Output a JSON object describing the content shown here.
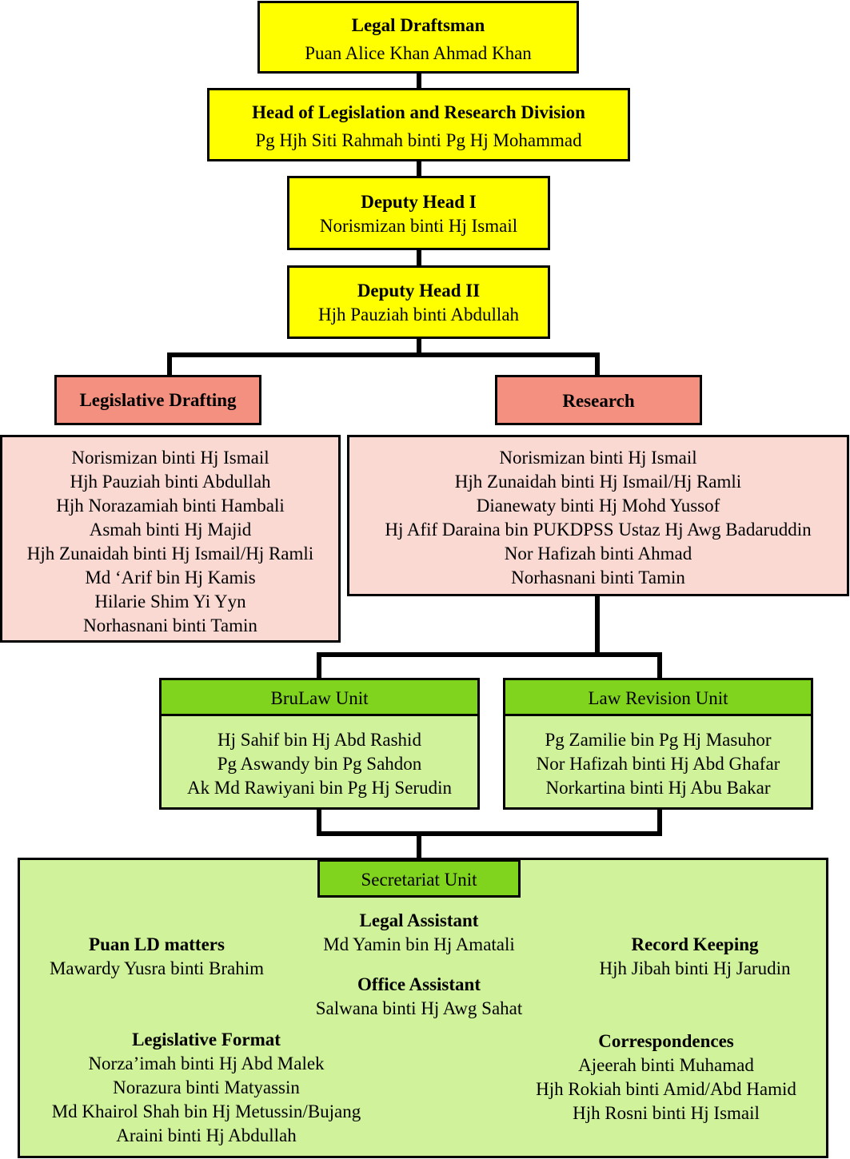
{
  "legal_draftsman": {
    "title": "Legal Draftsman",
    "name": "Puan Alice Khan Ahmad Khan"
  },
  "head_division": {
    "title": "Head of Legislation and Research Division",
    "name": "Pg Hjh Siti Rahmah binti Pg Hj Mohammad"
  },
  "deputy_head_1": {
    "title": "Deputy Head I",
    "name": "Norismizan binti Hj Ismail"
  },
  "deputy_head_2": {
    "title": "Deputy Head II",
    "name": "Hjh Pauziah binti Abdullah"
  },
  "legislative_drafting": {
    "title": "Legislative Drafting",
    "members": [
      "Norismizan binti Hj Ismail",
      "Hjh Pauziah binti Abdullah",
      "Hjh Norazamiah binti Hambali",
      "Asmah binti Hj Majid",
      "Hjh Zunaidah binti Hj Ismail/Hj Ramli",
      "Md ‘Arif bin Hj Kamis",
      "Hilarie Shim Yi Yyn",
      "Norhasnani binti Tamin"
    ]
  },
  "research": {
    "title": "Research",
    "members": [
      "Norismizan binti Hj Ismail",
      "Hjh Zunaidah binti Hj Ismail/Hj Ramli",
      "Dianewaty binti Hj Mohd Yussof",
      "Hj Afif Daraina bin PUKDPSS Ustaz Hj Awg Badaruddin",
      "Nor Hafizah binti Ahmad",
      "Norhasnani binti Tamin"
    ]
  },
  "brulaw_unit": {
    "title": "BruLaw Unit",
    "members": [
      "Hj Sahif bin Hj Abd Rashid",
      "Pg Aswandy bin Pg Sahdon",
      "Ak Md Rawiyani bin Pg Hj Serudin"
    ]
  },
  "law_revision_unit": {
    "title": "Law Revision Unit",
    "members": [
      "Pg Zamilie bin Pg Hj Masuhor",
      "Nor Hafizah binti Hj Abd Ghafar",
      "Norkartina binti Hj Abu Bakar"
    ]
  },
  "secretariat": {
    "title": "Secretariat Unit",
    "puan_ld": {
      "title": "Puan LD matters",
      "members": [
        "Mawardy Yusra binti Brahim"
      ]
    },
    "legal_assistant": {
      "title": "Legal Assistant",
      "members": [
        "Md Yamin bin Hj Amatali"
      ]
    },
    "office_assistant": {
      "title": "Office Assistant",
      "members": [
        "Salwana binti Hj Awg Sahat"
      ]
    },
    "record_keeping": {
      "title": "Record Keeping",
      "members": [
        "Hjh Jibah binti Hj Jarudin"
      ]
    },
    "legislative_format": {
      "title": "Legislative Format",
      "members": [
        "Norza’imah binti Hj Abd Malek",
        "Norazura binti Matyassin",
        "Md Khairol Shah bin Hj Metussin/Bujang",
        "Araini binti Hj Abdullah"
      ]
    },
    "correspondences": {
      "title": "Correspondences",
      "members": [
        "Ajeerah binti Muhamad",
        "Hjh Rokiah binti Amid/Abd Hamid",
        "Hjh Rosni binti Hj Ismail"
      ]
    }
  }
}
